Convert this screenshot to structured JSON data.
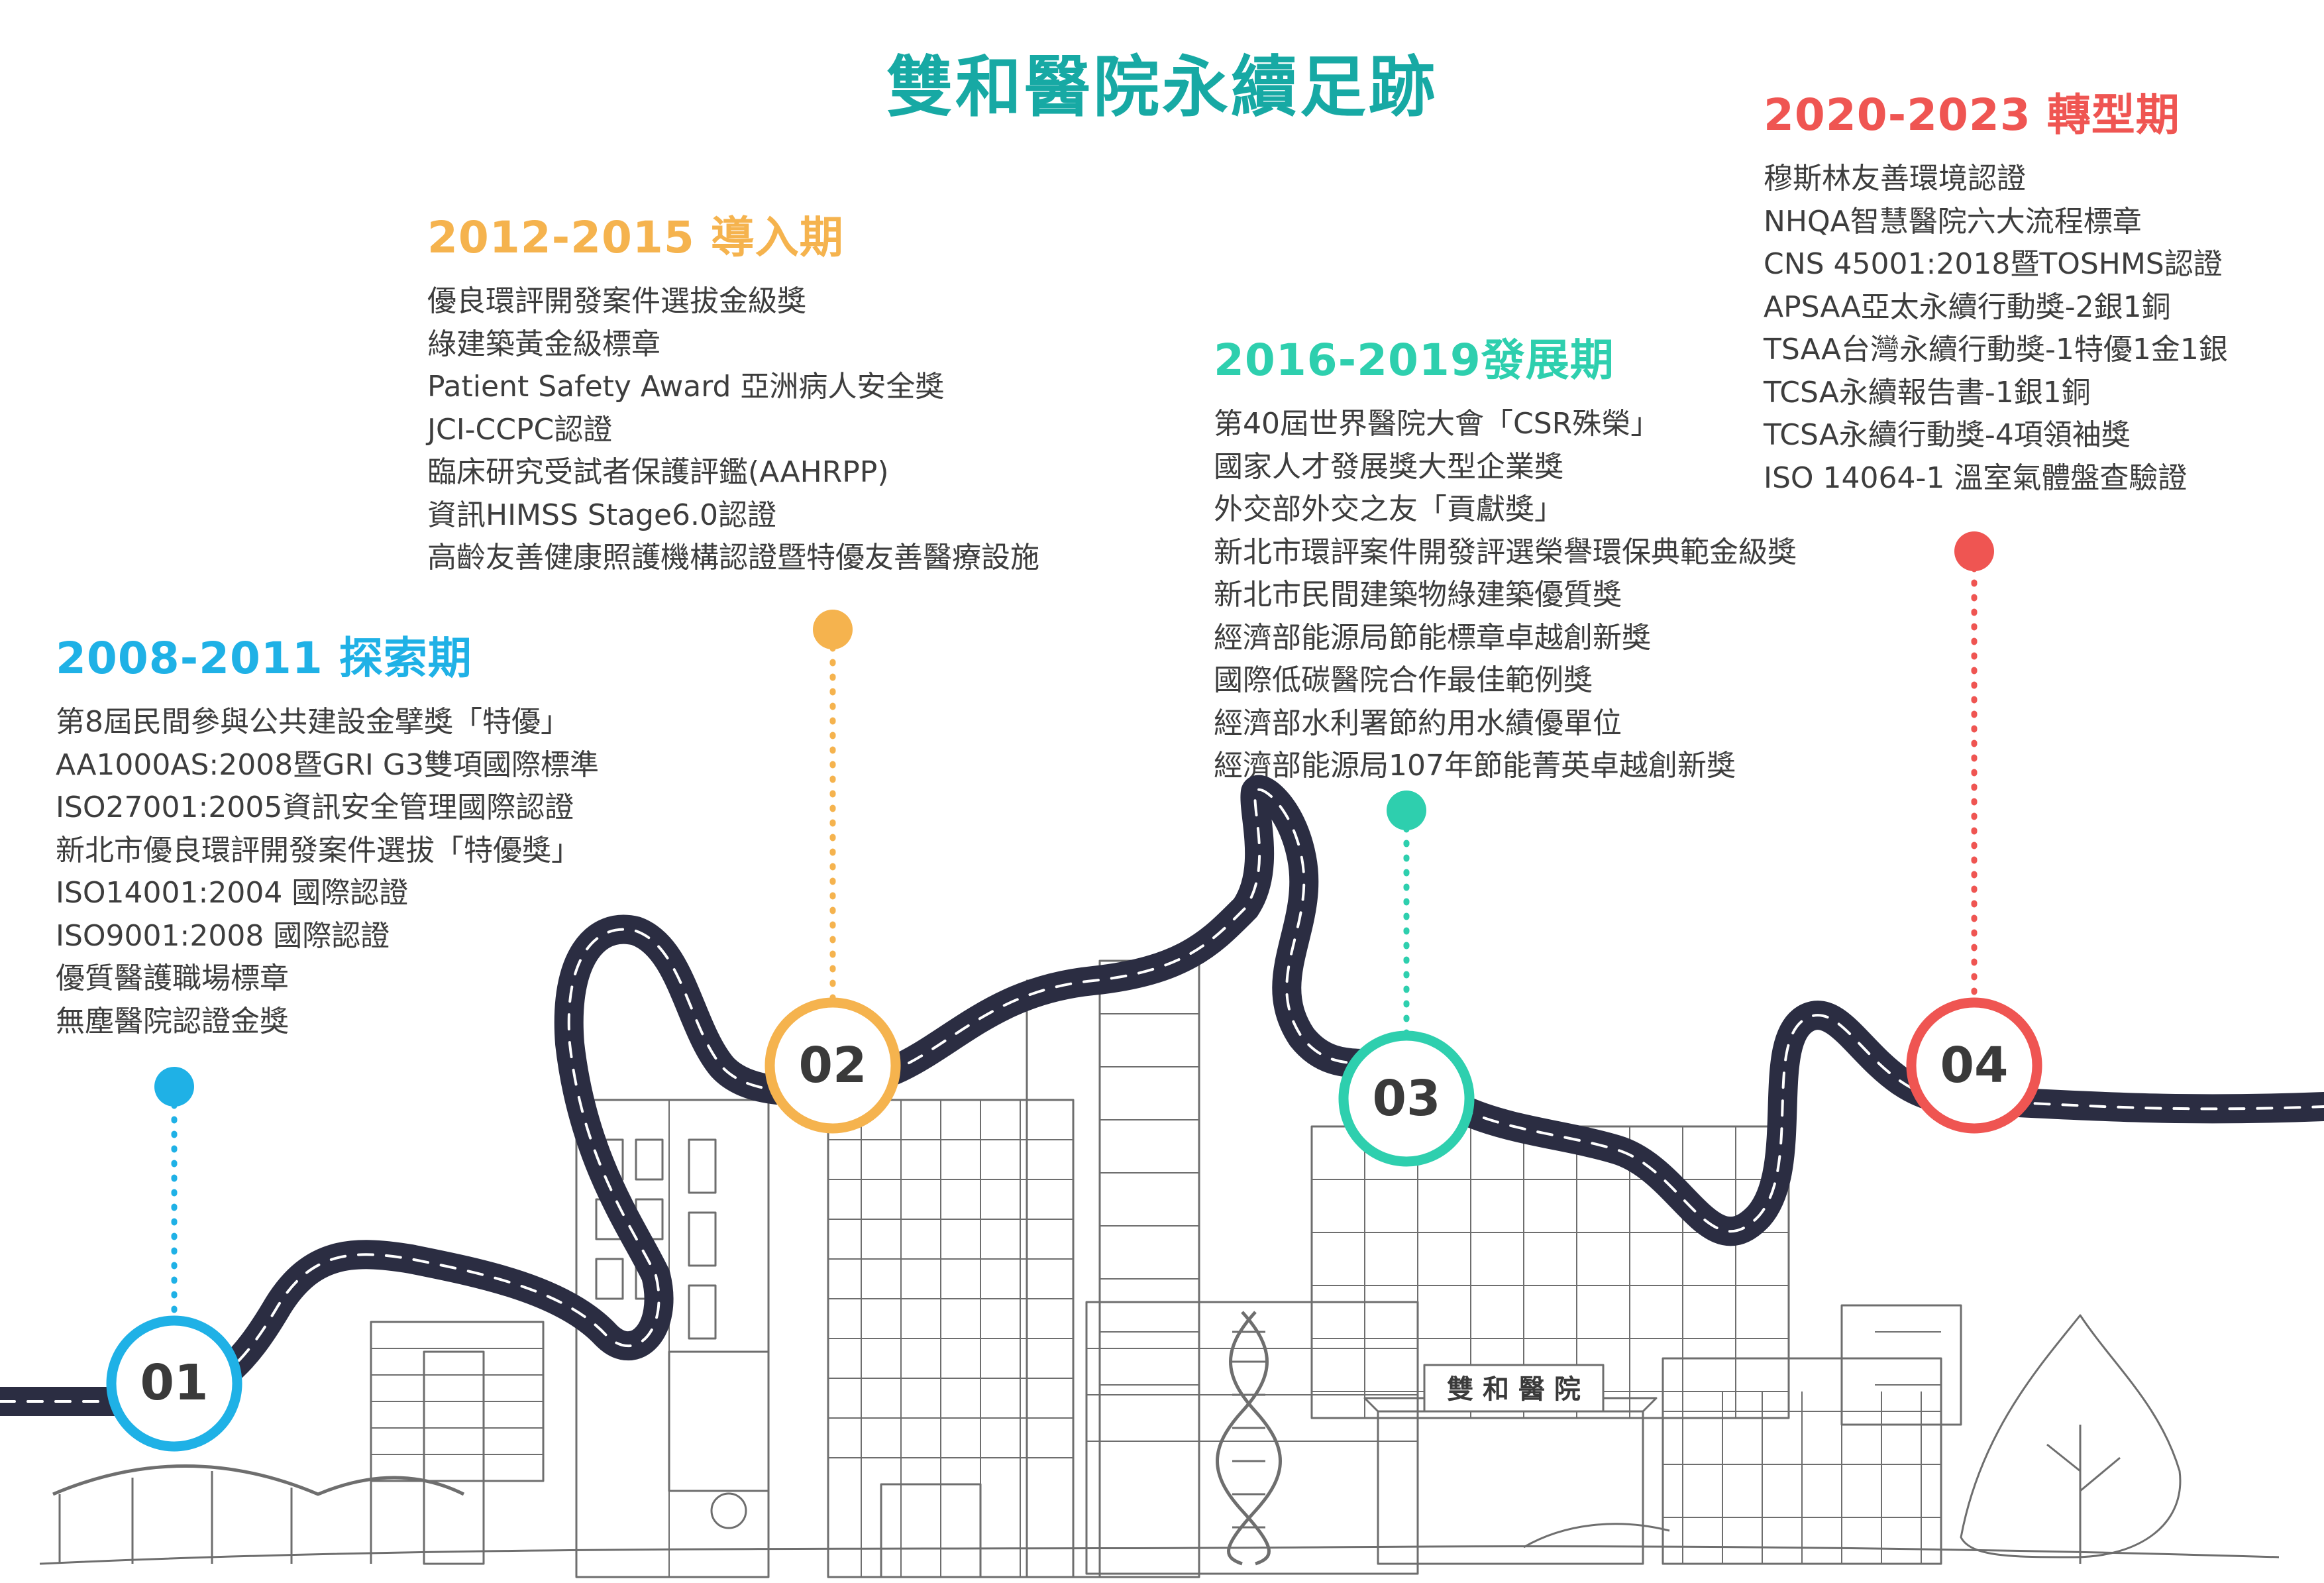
{
  "title": "雙和醫院永續足跡",
  "colors": {
    "title": "#17a9a4",
    "road": "#2b2d42",
    "road_dash": "#ffffff",
    "sketch": "#6e6e6e",
    "phase1": "#1fb1e6",
    "phase2": "#f5b34e",
    "phase3": "#2ecfae",
    "phase4": "#ef5552"
  },
  "phases": [
    {
      "id": "p1",
      "heading": "2008-2011  探索期",
      "number": "01",
      "color": "#1fb1e6",
      "items": [
        "第8屆民間參與公共建設金擘獎「特優」",
        "AA1000AS:2008暨GRI G3雙項國際標準",
        "ISO27001:2005資訊安全管理國際認證",
        "新北市優良環評開發案件選拔「特優獎」",
        "ISO14001:2004  國際認證",
        "ISO9001:2008  國際認證",
        "優質醫護職場標章",
        "無塵醫院認證金獎"
      ]
    },
    {
      "id": "p2",
      "heading": "2012-2015  導入期",
      "number": "02",
      "color": "#f5b34e",
      "items": [
        "優良環評開發案件選拔金級獎",
        "綠建築黃金級標章",
        "Patient Safety Award 亞洲病人安全獎",
        "JCI-CCPC認證",
        "臨床研究受試者保護評鑑(AAHRPP)",
        "資訊HIMSS Stage6.0認證",
        "高齡友善健康照護機構認證暨特優友善醫療設施"
      ]
    },
    {
      "id": "p3",
      "heading": "2016-2019發展期",
      "number": "03",
      "color": "#2ecfae",
      "items": [
        "第40屆世界醫院大會「CSR殊榮」",
        "國家人才發展獎大型企業獎",
        "外交部外交之友「貢獻獎」",
        "新北市環評案件開發評選榮譽環保典範金級獎",
        "新北市民間建築物綠建築優質獎",
        "經濟部能源局節能標章卓越創新獎",
        "國際低碳醫院合作最佳範例獎",
        "經濟部水利署節約用水績優單位",
        "經濟部能源局107年節能菁英卓越創新獎"
      ]
    },
    {
      "id": "p4",
      "heading": "2020-2023 轉型期",
      "number": "04",
      "color": "#ef5552",
      "items": [
        "穆斯林友善環境認證",
        "NHQA智慧醫院六大流程標章",
        "CNS 45001:2018暨TOSHMS認證",
        "APSAA亞太永續行動獎-2銀1銅",
        "TSAA台灣永續行動獎-1特優1金1銀",
        "TCSA永續報告書-1銀1銅",
        "TCSA永續行動獎-4項領袖獎",
        "ISO 14064-1 溫室氣體盤查驗證"
      ]
    }
  ],
  "building_sign": "雙 和 醫 院"
}
